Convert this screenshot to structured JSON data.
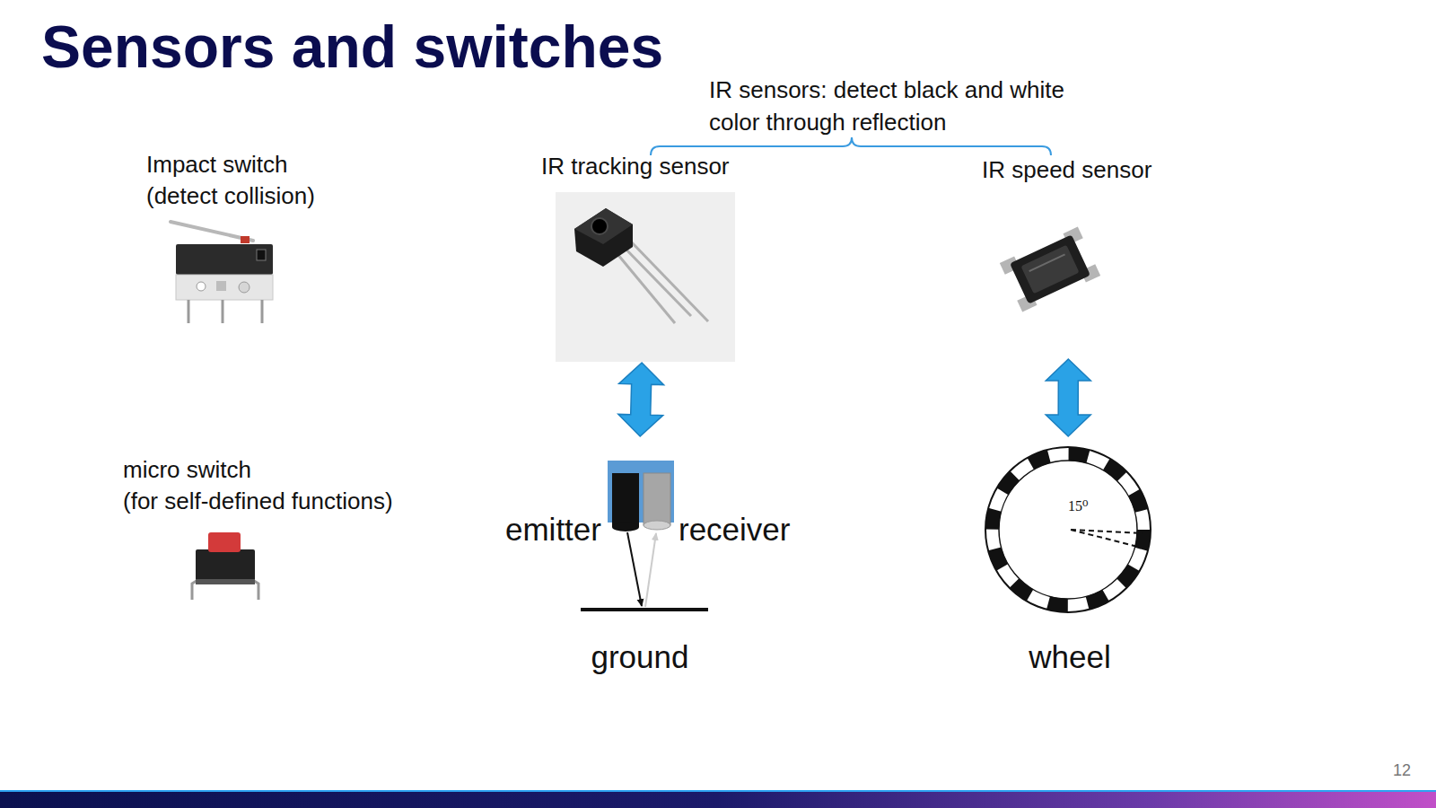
{
  "diagram": {
    "title": "Sensors and switches",
    "nodes": [
      {
        "text": [
          "Impact switch",
          "(detect collision)"
        ]
      },
      {
        "text": [
          "IR tracking sensor"
        ]
      },
      {
        "text": [
          "IR speed sensor"
        ]
      },
      {
        "text": [
          "micro switch",
          "(for self-defined functions)"
        ]
      },
      {
        "text": [
          "emitter",
          "receiver",
          "ground"
        ]
      },
      {
        "text": [
          "wheel",
          "15⁰"
        ]
      }
    ],
    "edges": [
      {
        "from": 1,
        "to": 4,
        "arrow": "both"
      },
      {
        "from": 2,
        "to": 5,
        "arrow": "both"
      }
    ],
    "labels": [
      "IR sensors: detect black and white color through reflection",
      "12"
    ]
  }
}
